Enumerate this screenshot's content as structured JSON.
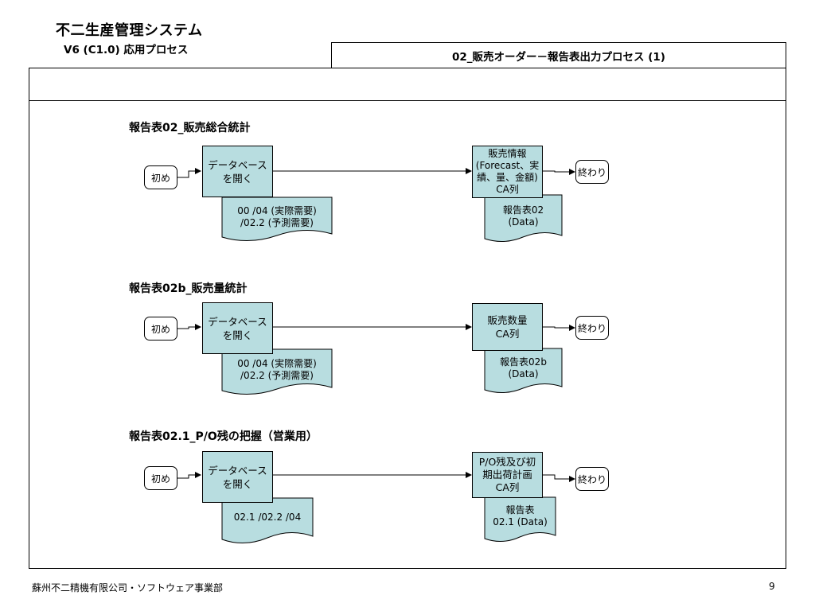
{
  "header": {
    "system_title": "不二生産管理システム",
    "version": "V6 (C1.0) 応用プロセス",
    "process_title": "02_販売オーダー－報告表出力プロセス (1)"
  },
  "sections": [
    {
      "title": "報告表02_販売総合統計",
      "start": "初め",
      "open_db": "データベース\nを開く",
      "source_doc": "00 /04 (実際需要)\n/02.2 (予測需要)",
      "output_proc": "販売情報\n(Forecast、実\n績、量、金額)\nCA列",
      "report_doc": "報告表02\n(Data)",
      "end": "終わり"
    },
    {
      "title": "報告表02b_販売量統計",
      "start": "初め",
      "open_db": "データベース\nを開く",
      "source_doc": "00 /04 (実際需要)\n/02.2 (予測需要)",
      "output_proc": "販売数量\nCA列",
      "report_doc": "報告表02b\n(Data)",
      "end": "終わり"
    },
    {
      "title": "報告表02.1_P/O残の把握（営業用）",
      "start": "初め",
      "open_db": "データベース\nを開く",
      "source_doc": "02.1 /02.2  /04",
      "output_proc": "P/O残及び初\n期出荷計画\nCA列",
      "report_doc": "報告表\n02.1 (Data)",
      "end": "終わり"
    }
  ],
  "footer": {
    "company": "蘇州不二精機有限公司・ソフトウェア事業部",
    "page_number": "9"
  },
  "colors": {
    "process_fill": "#b8dde0",
    "line": "#000000"
  }
}
